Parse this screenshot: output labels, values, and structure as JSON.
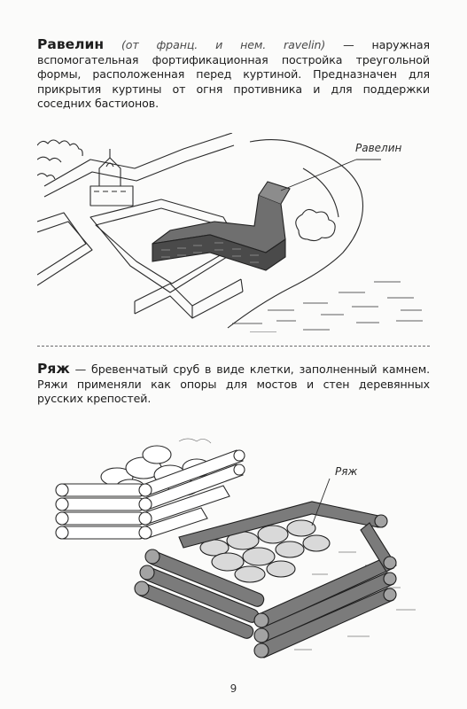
{
  "entries": [
    {
      "term": "Равелин",
      "etymology": "(от франц. и нем. ravelin)",
      "definition": " — наружная вспомогательная фортификационная постройка треугольной формы, расположенная перед куртиной. Предназначен для прикрытия куртины от огня противника и для поддержки соседних бастионов.",
      "callout": "Равелин"
    },
    {
      "term": "Ряж",
      "definition": " — бревенчатый сруб в виде клетки, заполненный камнем. Ряжи применяли как опоры для мостов и стен деревянных русских крепостей.",
      "callout": "Ряж"
    }
  ],
  "page_number": "9"
}
